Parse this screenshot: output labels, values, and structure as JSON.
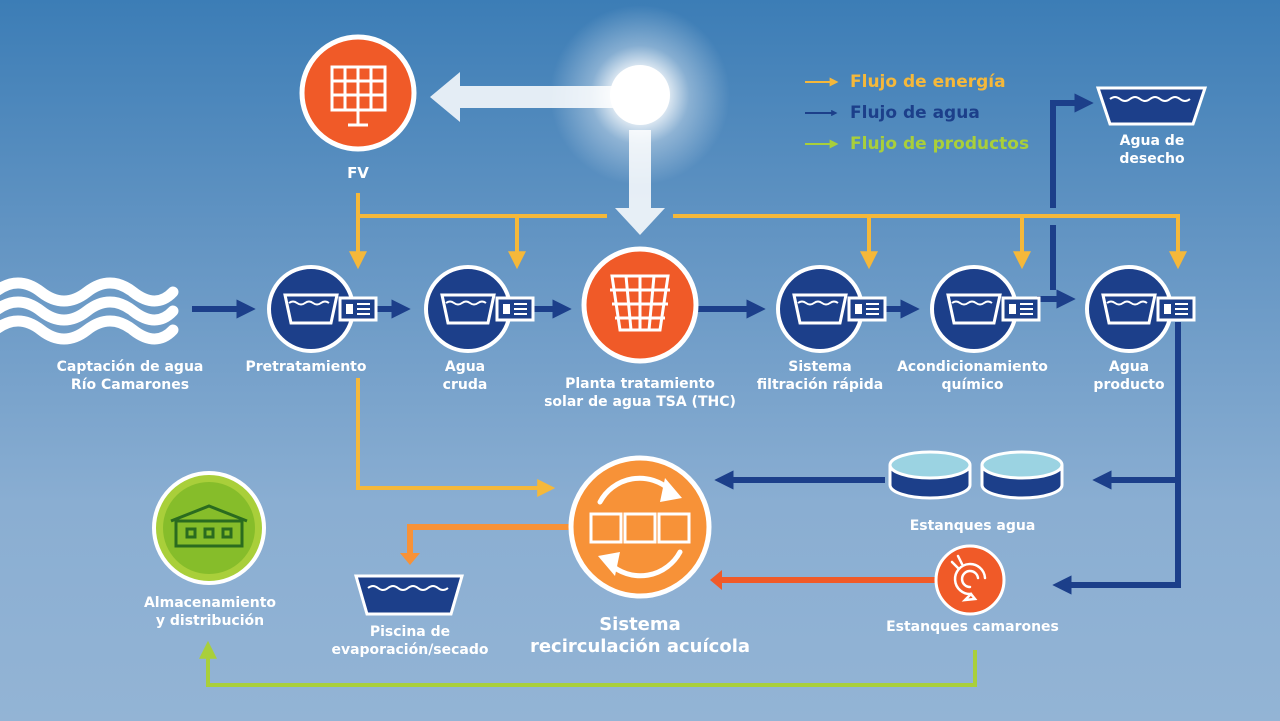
{
  "legend": {
    "energy": "Flujo de energía",
    "water": "Flujo de agua",
    "products": "Flujo de productos"
  },
  "labels": {
    "fv": "FV",
    "intake": "Captación de agua\nRío Camarones",
    "pretreatment": "Pretratamiento",
    "raw_water": "Agua\ncruda",
    "solar_plant": "Planta tratamiento\nsolar de agua TSA (THC)",
    "filtration": "Sistema\nfiltración rápida",
    "conditioning": "Acondicionamiento\nquímico",
    "product_water": "Agua\nproducto",
    "waste_water": "Agua de\ndesecho",
    "water_ponds": "Estanques agua",
    "shrimp_ponds": "Estanques camarones",
    "storage": "Almacenamiento\ny distribución",
    "evaporation_pool": "Piscina de\nevaporación/secado",
    "recirculation": "Sistema\nrecirculación acuícola"
  },
  "colors": {
    "energy": "#f5b83a",
    "water": "#1c3f8a",
    "products": "#a9cf3a",
    "residue": "#f07a2f",
    "orange_node": "#f05a28",
    "green_node": "#86bd2a"
  }
}
